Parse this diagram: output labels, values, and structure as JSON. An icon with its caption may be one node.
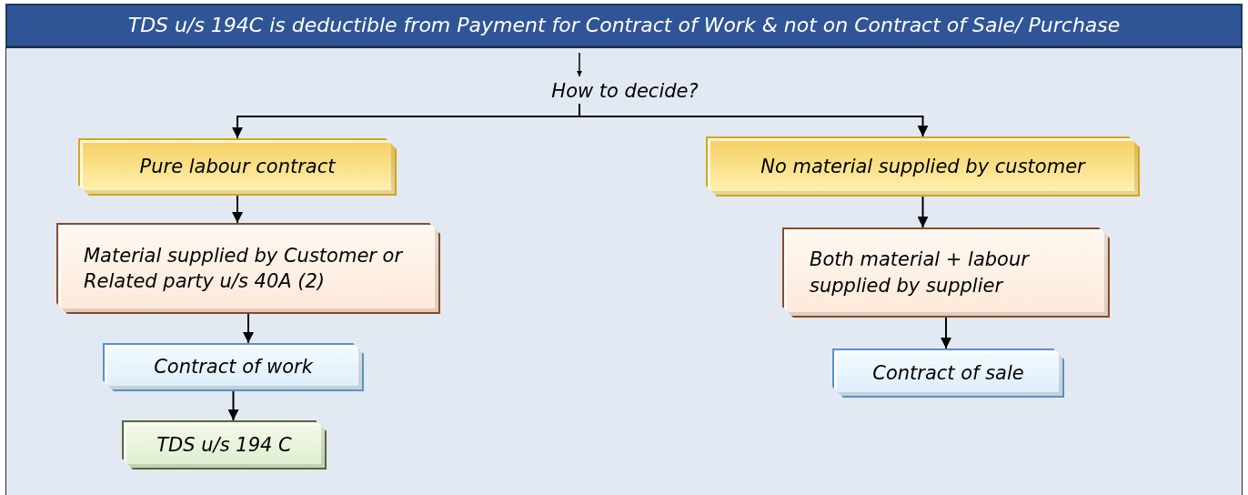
{
  "diagram": {
    "nodes": [
      {
        "text": [
          "TDS u/s 194C is deductible from Payment for Contract of Work & not on Contract of Sale/ Purchase"
        ]
      },
      {
        "text": [
          "How to decide?"
        ]
      },
      {
        "text": [
          "Pure labour contract"
        ]
      },
      {
        "text": [
          "Material supplied by Customer or Related party u/s 40A (2)"
        ]
      },
      {
        "text": [
          "Contract of work"
        ]
      },
      {
        "text": [
          "TDS u/s 194 C"
        ]
      },
      {
        "text": [
          "No material supplied by customer"
        ]
      },
      {
        "text": [
          "Both material + labour supplied by supplier"
        ]
      },
      {
        "text": [
          "Contract of sale"
        ]
      }
    ],
    "edges": [
      {
        "from": 0,
        "to": 1,
        "arrow": "to"
      },
      {
        "from": 1,
        "to": 2,
        "arrow": "to"
      },
      {
        "from": 1,
        "to": 6,
        "arrow": "to"
      },
      {
        "from": 2,
        "to": 3,
        "arrow": "to"
      },
      {
        "from": 3,
        "to": 4,
        "arrow": "to"
      },
      {
        "from": 4,
        "to": 5,
        "arrow": "to"
      },
      {
        "from": 6,
        "to": 7,
        "arrow": "to"
      },
      {
        "from": 7,
        "to": 8,
        "arrow": "to"
      }
    ]
  }
}
